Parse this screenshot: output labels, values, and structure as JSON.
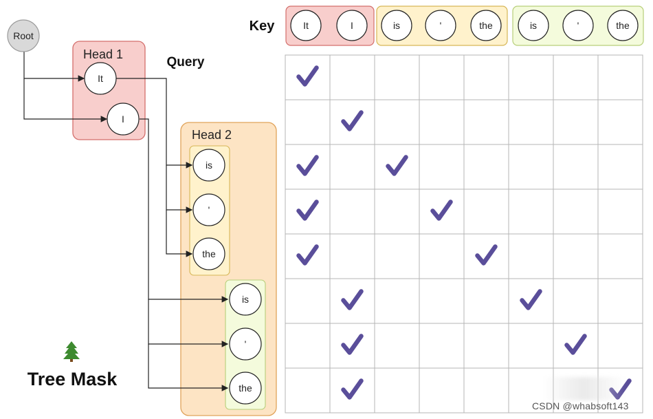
{
  "root_label": "Root",
  "query_label": "Query",
  "key_label": "Key",
  "heads": [
    {
      "label": "Head 1",
      "tokens": [
        "It",
        "I"
      ]
    },
    {
      "label": "Head 2",
      "tokens": [
        "is",
        "'",
        "the",
        "is",
        "'",
        "the"
      ]
    }
  ],
  "key_tokens": [
    {
      "text": "It",
      "group": 0
    },
    {
      "text": "I",
      "group": 0
    },
    {
      "text": "is",
      "group": 1
    },
    {
      "text": "'",
      "group": 1
    },
    {
      "text": "the",
      "group": 1
    },
    {
      "text": "is",
      "group": 2
    },
    {
      "text": "'",
      "group": 2
    },
    {
      "text": "the",
      "group": 2
    }
  ],
  "mask": [
    [
      1,
      0,
      0,
      0,
      0,
      0,
      0,
      0
    ],
    [
      0,
      1,
      0,
      0,
      0,
      0,
      0,
      0
    ],
    [
      1,
      0,
      1,
      0,
      0,
      0,
      0,
      0
    ],
    [
      1,
      0,
      0,
      1,
      0,
      0,
      0,
      0
    ],
    [
      1,
      0,
      0,
      0,
      1,
      0,
      0,
      0
    ],
    [
      0,
      1,
      0,
      0,
      0,
      1,
      0,
      0
    ],
    [
      0,
      1,
      0,
      0,
      0,
      0,
      1,
      0
    ],
    [
      0,
      1,
      0,
      0,
      0,
      0,
      0,
      1
    ]
  ],
  "tree_mask_label": "Tree Mask",
  "tree_icon": "tree-icon",
  "footer": "CSDN @whabsoft143",
  "colors": {
    "head1_fill": "#f8cecc",
    "head1_stroke": "#d36e6b",
    "head2_fill": "#fde4c4",
    "head2_stroke": "#e0a35a",
    "group_yellow_fill": "#fff2cc",
    "group_yellow_stroke": "#d6b656",
    "group_green_fill": "#f4fbdc",
    "group_green_stroke": "#b7cf7a",
    "check": "#5a4e9a",
    "grid": "#b5b5b5",
    "root_fill": "#d9d9d9"
  }
}
